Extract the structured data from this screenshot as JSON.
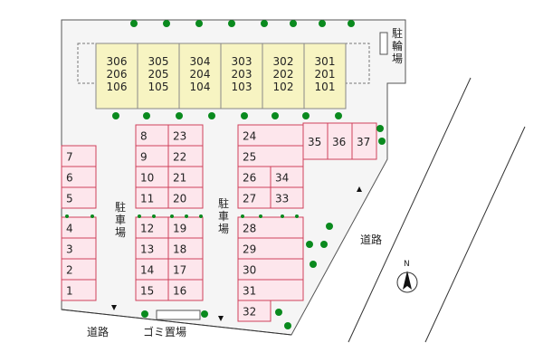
{
  "building": {
    "columns": [
      [
        "306",
        "206",
        "106"
      ],
      [
        "305",
        "205",
        "105"
      ],
      [
        "304",
        "204",
        "104"
      ],
      [
        "303",
        "203",
        "103"
      ],
      [
        "302",
        "202",
        "102"
      ],
      [
        "301",
        "201",
        "101"
      ]
    ]
  },
  "parking": {
    "left_column": [
      "7",
      "6",
      "5",
      "4",
      "3",
      "2",
      "1"
    ],
    "middle_pairs": [
      [
        "8",
        "23"
      ],
      [
        "9",
        "22"
      ],
      [
        "10",
        "21"
      ],
      [
        "11",
        "20"
      ],
      [
        "12",
        "19"
      ],
      [
        "13",
        "18"
      ],
      [
        "14",
        "17"
      ],
      [
        "15",
        "16"
      ]
    ],
    "right_top": [
      "24",
      "25"
    ],
    "right_pairs": [
      [
        "26",
        "34"
      ],
      [
        "27",
        "33"
      ]
    ],
    "right_bottom": [
      "28",
      "29",
      "30",
      "31",
      "32"
    ],
    "top_right": [
      "35",
      "36",
      "37"
    ]
  },
  "labels": {
    "bike_parking": "駐輪場",
    "parking_lot_1": "駐車場",
    "parking_lot_2": "駐車場",
    "road_right": "道路",
    "road_bottom": "道路",
    "garbage": "ゴミ置場",
    "north": "N"
  },
  "colors": {
    "building_fill": "#f7f4c2",
    "building_stroke": "#888888",
    "parking_fill": "#fde6ec",
    "parking_stroke": "#d0415c",
    "lot_fill": "#f5f5f5",
    "lot_stroke": "#555555",
    "tree": "#0a8a1e",
    "road_line": "#333333"
  }
}
